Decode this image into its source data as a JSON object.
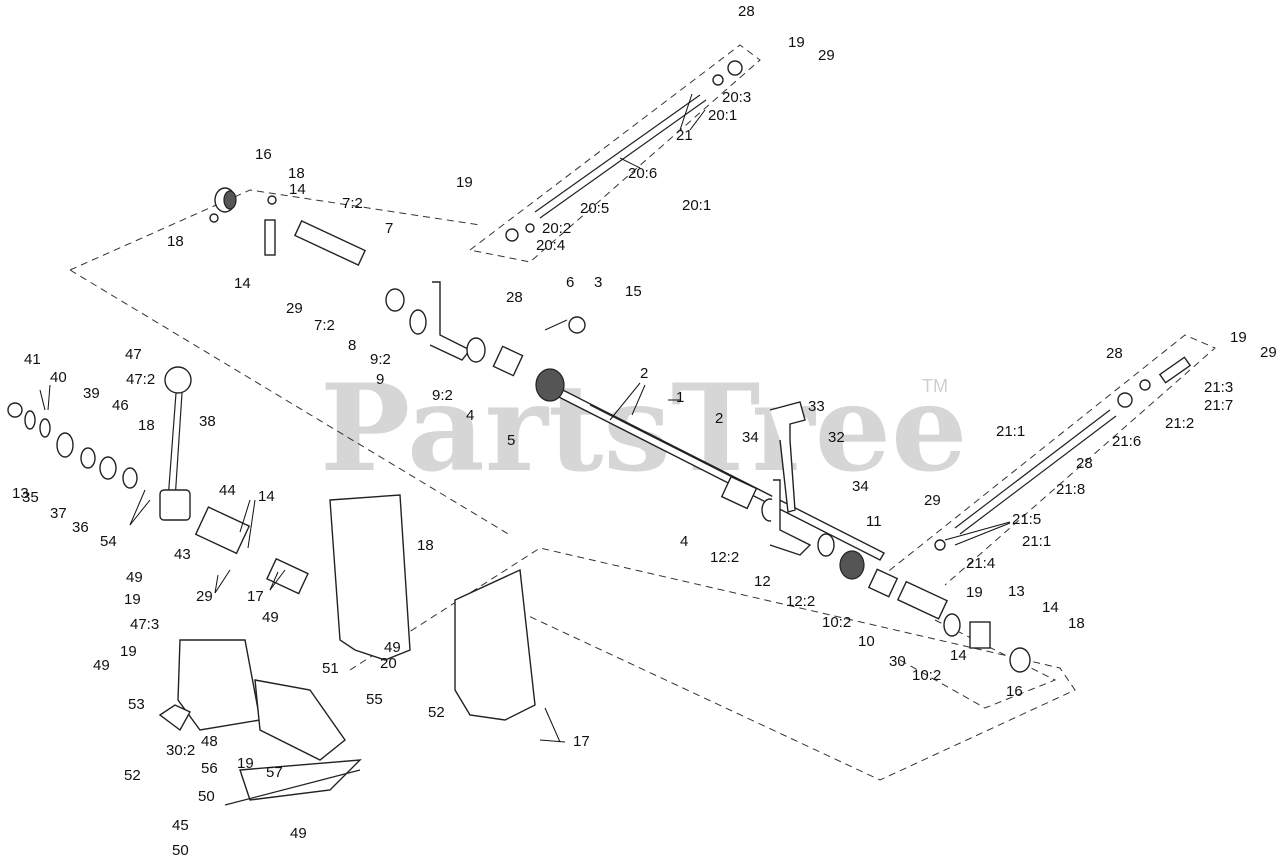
{
  "watermark": {
    "text": "PartsTree",
    "trademark": "TM"
  },
  "callouts": [
    "1",
    "2",
    "2",
    "3",
    "4",
    "4",
    "5",
    "6",
    "7",
    "7:2",
    "7:2",
    "8",
    "9",
    "9:2",
    "9:2",
    "10",
    "10:2",
    "10:2",
    "11",
    "12",
    "12:2",
    "12:2",
    "13",
    "13",
    "14",
    "14",
    "14",
    "14",
    "14",
    "15",
    "16",
    "16",
    "17",
    "17",
    "18",
    "18",
    "18",
    "18",
    "18",
    "19",
    "19",
    "19",
    "19",
    "19",
    "19",
    "19",
    "20",
    "20:1",
    "20:1",
    "20:2",
    "20:3",
    "20:4",
    "20:5",
    "20:6",
    "21",
    "21:1",
    "21:1",
    "21:2",
    "21:3",
    "21:4",
    "21:5",
    "21:6",
    "21:7",
    "21:8",
    "28",
    "28",
    "28",
    "28",
    "29",
    "29",
    "29",
    "29",
    "29",
    "30",
    "30:2",
    "32",
    "33",
    "34",
    "34",
    "35",
    "36",
    "37",
    "38",
    "39",
    "40",
    "41",
    "43",
    "44",
    "45",
    "46",
    "47",
    "47:2",
    "47:3",
    "48",
    "49",
    "49",
    "49",
    "49",
    "49",
    "50",
    "50",
    "51",
    "52",
    "52",
    "53",
    "54",
    "55",
    "56",
    "57"
  ]
}
